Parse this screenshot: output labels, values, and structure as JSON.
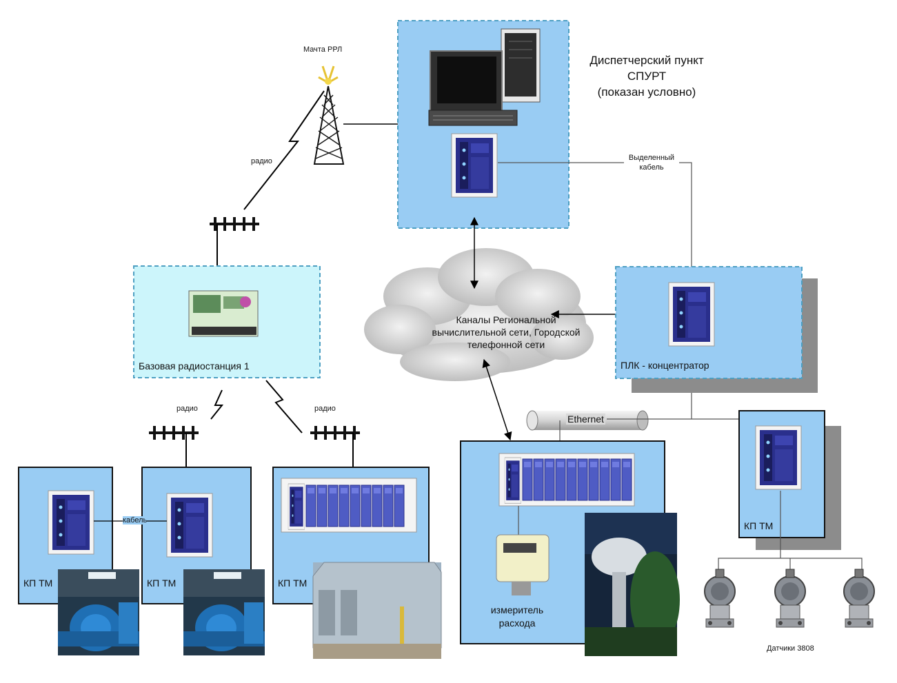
{
  "labels": {
    "mast": "Мачта РРЛ",
    "dispatch": [
      "Диспетчерский пункт",
      "СПУРТ",
      "(показан условно)"
    ],
    "dedicated_cable": [
      "Выделенный",
      "кабель"
    ],
    "radio": "радио",
    "base_station": "Базовая радиостанция 1",
    "cloud": [
      "Каналы Региональной",
      "вычислительной сети, Городской",
      "телефонной сети"
    ],
    "plc_hub": "ПЛК - концентратор",
    "ethernet": "Ethernet",
    "cable": "кабель",
    "kp_tm": "КП ТМ",
    "flow_meter": [
      "измеритель",
      "расхода"
    ],
    "sensors": "Датчики 3808"
  },
  "colors": {
    "box_fill": "#99ccf3",
    "base_fill": "#ccf5fb",
    "border_dashed": "#4d9fc2",
    "plc_blue": "#2a2f8c",
    "module_blue": "#4f5cc4",
    "shadow": "#8c8c8c",
    "cloud": "#c9c9c9"
  }
}
